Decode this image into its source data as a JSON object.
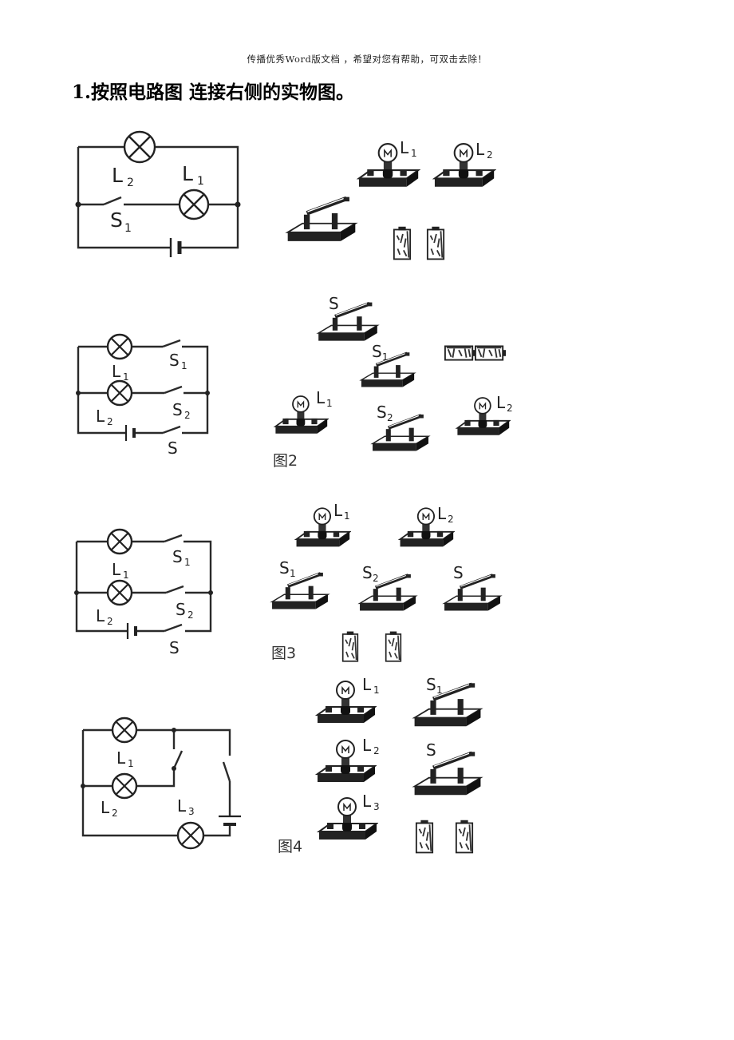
{
  "header": {
    "watermark": "传播优秀Word版文档 ，希望对您有帮助，可双击去除！"
  },
  "title": "1.按照电路图 连接右侧的实物图。",
  "circuits": [
    {
      "labels": {
        "L2": "L",
        "L2s": "2",
        "L1": "L",
        "L1s": "1",
        "S1": "S",
        "S1s": "1"
      }
    },
    {
      "labels": {
        "L1": "L",
        "L1s": "1",
        "L2": "L",
        "L2s": "2",
        "S1": "S",
        "S1s": "1",
        "S2": "S",
        "S2s": "2",
        "S": "S"
      }
    },
    {
      "labels": {
        "L1": "L",
        "L1s": "1",
        "L2": "L",
        "L2s": "2",
        "S1": "S",
        "S1s": "1",
        "S2": "S",
        "S2s": "2",
        "S": "S"
      }
    },
    {
      "labels": {
        "L1": "L",
        "L1s": "1",
        "L2": "L",
        "L2s": "2",
        "L3": "L",
        "L3s": "3"
      }
    }
  ],
  "figures": {
    "f1": {
      "L1": "L",
      "L1s": "1",
      "L2": "L",
      "L2s": "2"
    },
    "f2": {
      "S": "S",
      "S1": "S",
      "S1s": "1",
      "L1": "L",
      "L1s": "1",
      "S2": "S",
      "S2s": "2",
      "L2": "L",
      "L2s": "2",
      "caption": "图2"
    },
    "f3": {
      "L1": "L",
      "L1s": "1",
      "L2": "L",
      "L2s": "2",
      "S1": "S",
      "S1s": "1",
      "S2": "S",
      "S2s": "2",
      "S": "S",
      "caption": "图3"
    },
    "f4": {
      "L1": "L",
      "L1s": "1",
      "S1": "S",
      "S1s": "1",
      "L2": "L",
      "L2s": "2",
      "S": "S",
      "L3": "L",
      "L3s": "3",
      "caption": "图4"
    }
  }
}
